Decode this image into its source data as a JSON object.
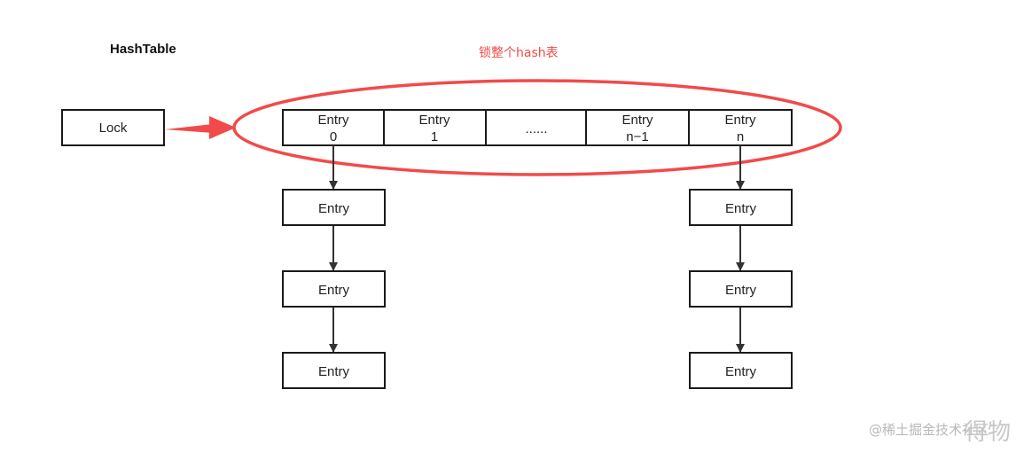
{
  "diagram": {
    "title": "HashTable",
    "lock_label": "Lock",
    "annotation": "锁整个hash表",
    "accent_color": "#f24a4a",
    "table": [
      {
        "line1": "Entry",
        "line2": "0"
      },
      {
        "line1": "Entry",
        "line2": "1"
      },
      {
        "line1": "......",
        "line2": ""
      },
      {
        "line1": "Entry",
        "line2": "n−1"
      },
      {
        "line1": "Entry",
        "line2": "n"
      }
    ],
    "chain_left": [
      "Entry",
      "Entry",
      "Entry"
    ],
    "chain_right": [
      "Entry",
      "Entry",
      "Entry"
    ]
  },
  "watermark": {
    "text": "@稀土掘金技术社区",
    "overlay": "得物"
  }
}
